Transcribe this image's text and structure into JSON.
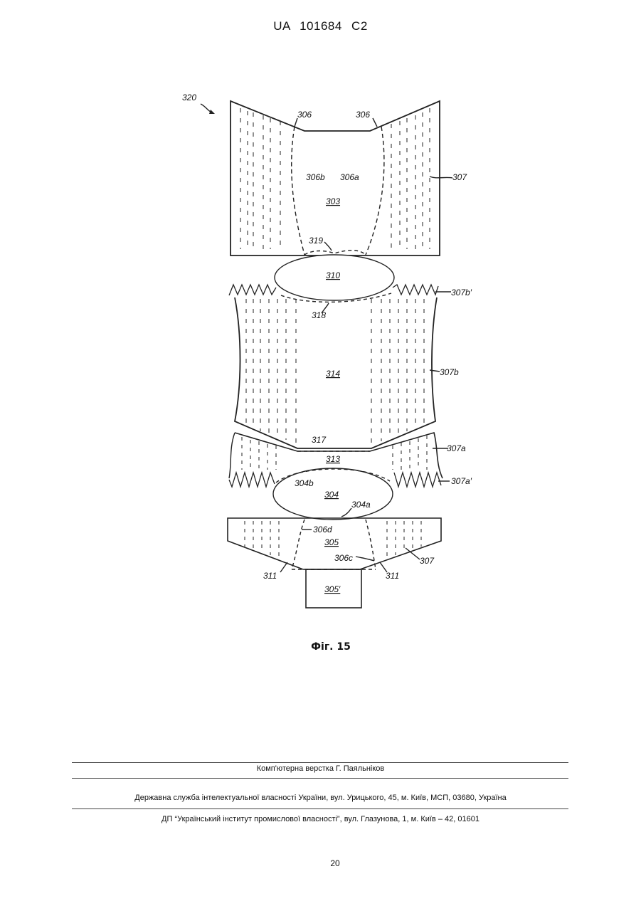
{
  "header": {
    "patent_number": "UA 101684 C2"
  },
  "figure": {
    "caption": "Фіг. 15",
    "labels": {
      "l320": "320",
      "l306_left": "306",
      "l306_right": "306",
      "l306b": "306b",
      "l306a": "306a",
      "l307_top": "307",
      "l303": "303",
      "l319": "319",
      "l310": "310",
      "l307b_prime": "307b′",
      "l318": "318",
      "l314": "314",
      "l307b": "307b",
      "l317": "317",
      "l307a": "307a",
      "l313": "313",
      "l304b": "304b",
      "l304": "304",
      "l307a_prime": "307a′",
      "l304a": "304a",
      "l306d": "306d",
      "l305": "305",
      "l306c": "306c",
      "l307_bottom": "307",
      "l311_left": "311",
      "l311_right": "311",
      "l305_prime": "305′"
    }
  },
  "footer": {
    "layout": "Комп'ютерна верстка Г. Паяльніков",
    "service": "Державна служба інтелектуальної власності України, вул. Урицького, 45, м. Київ, МСП, 03680, Україна",
    "institute": "ДП “Український інститут промислової власності”, вул. Глазунова, 1, м. Київ – 42, 01601",
    "page_number": "20"
  }
}
